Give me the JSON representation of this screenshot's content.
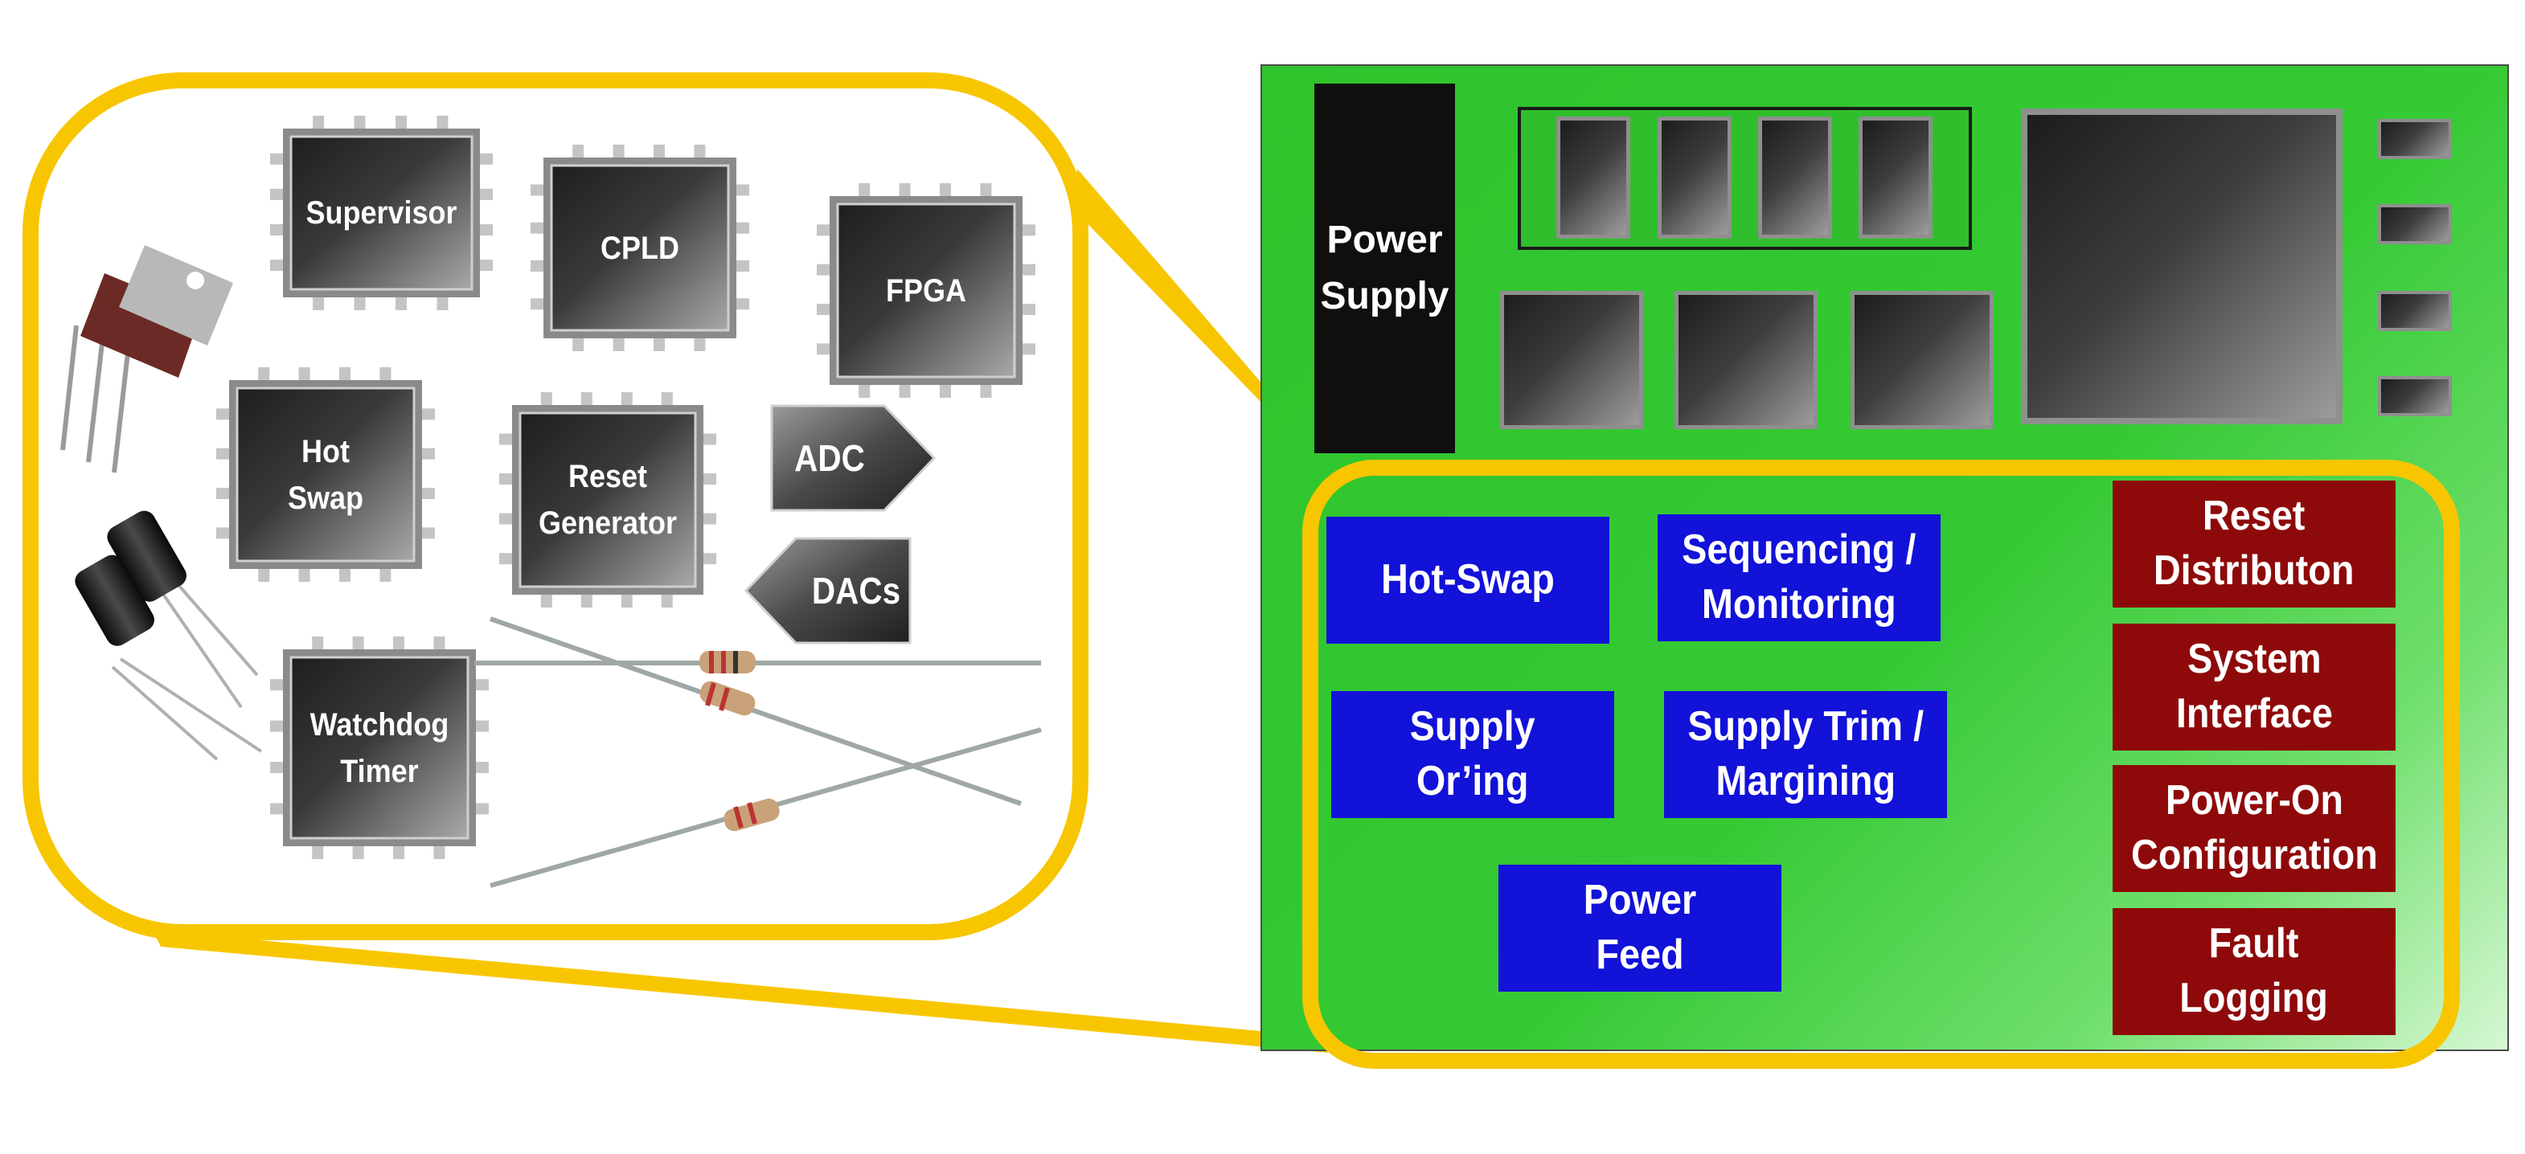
{
  "colors": {
    "callout_outline": "#f7c600",
    "board_green": "#33c832",
    "function_blue": "#1212d8",
    "function_red": "#8e0a0a"
  },
  "components": {
    "supervisor": "Supervisor",
    "cpld": "CPLD",
    "fpga": "FPGA",
    "hot_swap": "Hot\nSwap",
    "reset_generator": "Reset\nGenerator",
    "adc": "ADC",
    "dacs": "DACs",
    "watchdog_timer": "Watchdog\nTimer",
    "icons": [
      "voltage-regulator-icon",
      "capacitor-icon",
      "resistor-icon"
    ]
  },
  "board": {
    "power_supply": "Power\nSupply",
    "functions": {
      "hot_swap": "Hot-Swap",
      "sequencing": "Sequencing /\nMonitoring",
      "supply_oring": "Supply\nOr’ing",
      "supply_trim": "Supply Trim /\nMargining",
      "power_feed": "Power\nFeed",
      "reset_distribution": "Reset\nDistributon",
      "system_interface": "System\nInterface",
      "power_on_configuration": "Power-On\nConfiguration",
      "fault_logging": "Fault\nLogging"
    }
  }
}
